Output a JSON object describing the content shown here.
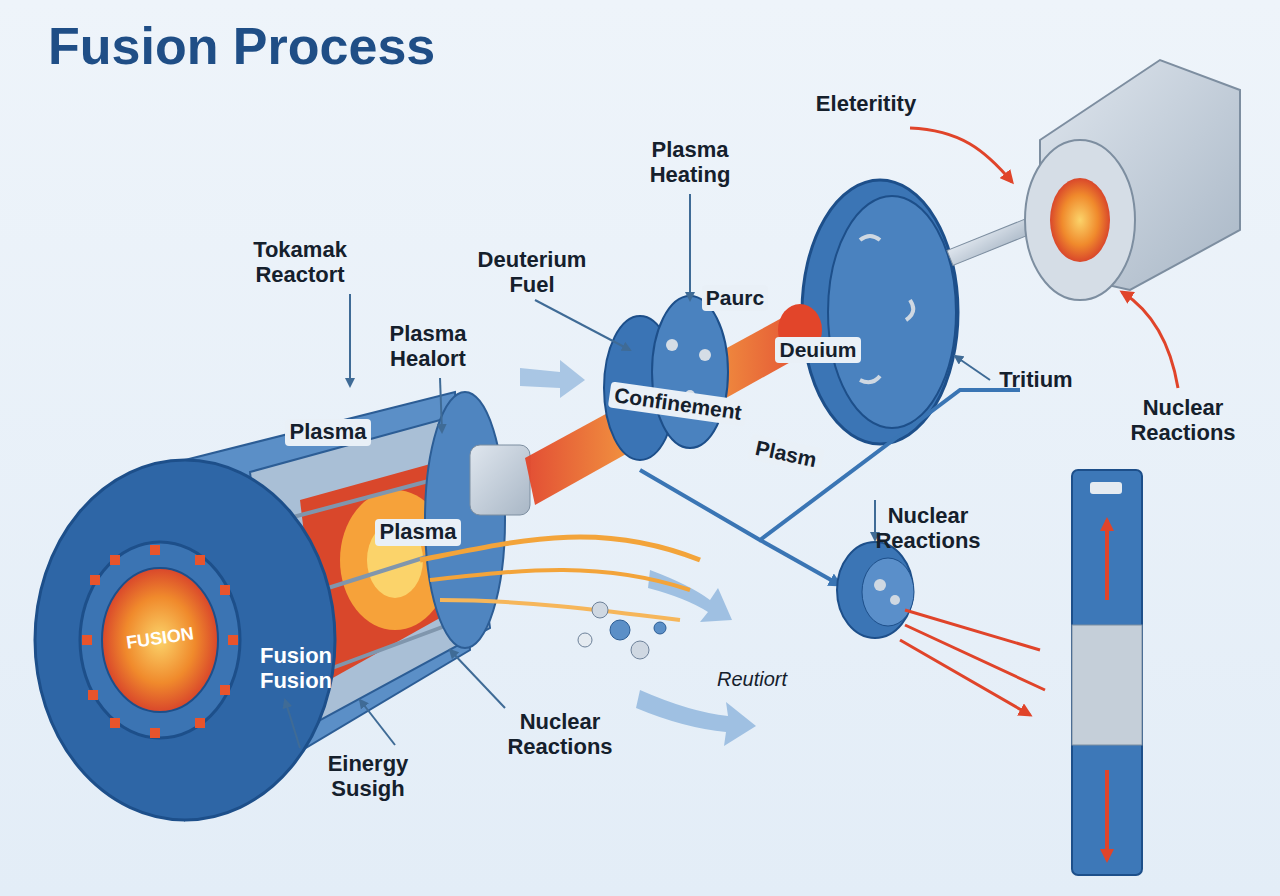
{
  "diagram": {
    "title": "Fusion Process",
    "labels": [
      "Eleteritity",
      "Plasma Heating",
      "Tokamak Reactort",
      "Deuterium Fuel",
      "Paurc",
      "Plasma Healort",
      "Deuium",
      "Tritium",
      "Confinement",
      "Nuclear Reactions",
      "Plasma",
      "Plasm",
      "Nuclear Reactions",
      "Plasma",
      "Fusion Fusion",
      "FUSION",
      "Reutiort",
      "Nuclear Reactions",
      "Einergy Susigh"
    ]
  }
}
